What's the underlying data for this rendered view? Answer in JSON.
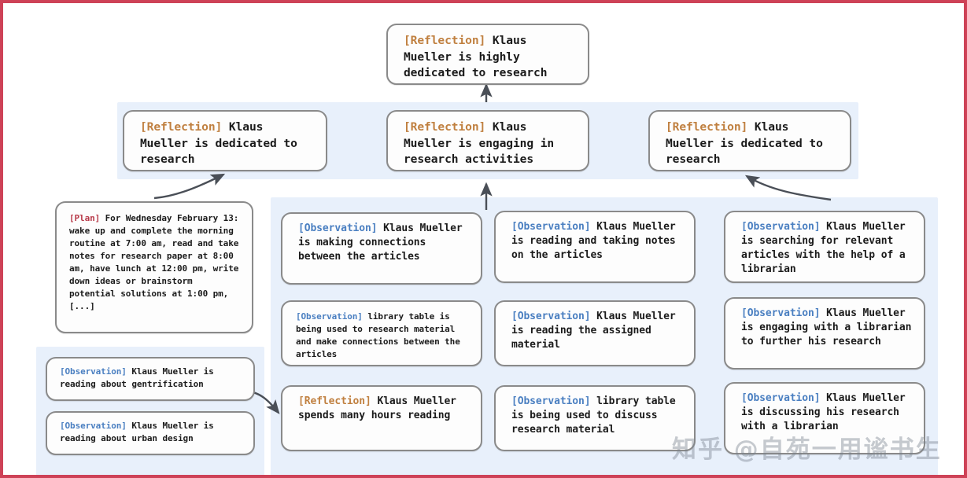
{
  "frame": {
    "border_color": "#ce4257",
    "background": "#ffffff"
  },
  "panel_color": "#e8f0fb",
  "tag_colors": {
    "reflection": "#c08040",
    "observation": "#4a7fc1",
    "plan": "#b83b4a"
  },
  "top_node": {
    "tag": "[Reflection]",
    "text": " Klaus Mueller is highly dedicated to research"
  },
  "reflection_row": [
    {
      "tag": "[Reflection]",
      "text": " Klaus Mueller is dedicated to research"
    },
    {
      "tag": "[Reflection]",
      "text": " Klaus Mueller is engaging in research activities"
    },
    {
      "tag": "[Reflection]",
      "text": " Klaus Mueller is dedicated to research"
    }
  ],
  "plan_node": {
    "tag": "[Plan]",
    "text": " For Wednesday February 13: wake up and complete the morning routine at 7:00 am, read and take notes for research paper at 8:00 am, have lunch at 12:00 pm, write down ideas or brainstorm potential solutions at 1:00 pm, [...]"
  },
  "left_bottom_nodes": [
    {
      "tag": "[Observation]",
      "text": " Klaus Mueller is reading about gentrification"
    },
    {
      "tag": "[Observation]",
      "text": " Klaus Mueller is reading about urban design"
    }
  ],
  "column_a": [
    {
      "tag": "[Observation]",
      "text": " Klaus Mueller is making connections between the articles"
    },
    {
      "tag": "[Observation]",
      "text": " library table is being used to research material and make connections between the articles"
    },
    {
      "tag": "[Reflection]",
      "text": " Klaus Mueller spends many hours reading"
    }
  ],
  "column_b": [
    {
      "tag": "[Observation]",
      "text": " Klaus Mueller is reading and taking notes on the articles"
    },
    {
      "tag": "[Observation]",
      "text": " Klaus Mueller is reading the assigned material"
    },
    {
      "tag": "[Observation]",
      "text": " library table is being used to discuss research material"
    }
  ],
  "column_c": [
    {
      "tag": "[Observation]",
      "text": " Klaus Mueller is searching for relevant articles with the help of a librarian"
    },
    {
      "tag": "[Observation]",
      "text": " Klaus Mueller is engaging with a librarian to further his research"
    },
    {
      "tag": "[Observation]",
      "text": " Klaus Mueller is discussing his research with a librarian"
    }
  ],
  "watermark": {
    "text": "知乎 @自苑一用谧书生"
  }
}
